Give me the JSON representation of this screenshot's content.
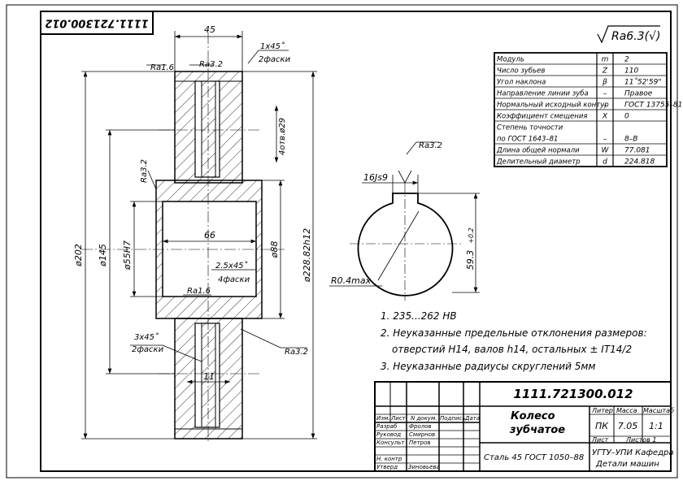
{
  "stamp_code_rotated": "1111.721300.012",
  "roughness_general": "Ra6.3(√)",
  "dims": {
    "width_45": "45",
    "chamfer_1x45": "1x45˚",
    "chamfer_2_faski": "2фаски",
    "ra16_top": "Ra1.6",
    "ra32_top": "Ra3.2",
    "ra32_left": "Ra3.2",
    "holes": "4отв.ø29",
    "d202": "ø202",
    "d145": "ø145",
    "d55h7": "ø55H7",
    "len66": "66",
    "d88": "ø88",
    "d228": "ø228.82h12",
    "chamfer_25": "2.5x45˚",
    "faski_4": "4фаски",
    "ra16_mid": "Ra1.6",
    "chamfer_3x45": "3x45˚",
    "faski_2b": "2фаски",
    "ra32_bottom": "Ra3.2",
    "web_11": "11",
    "key_ra": "Ra3.2",
    "key_16js9": "16Js9",
    "key_593": "59.3",
    "key_tol": "+0.2",
    "key_r04": "R0.4max"
  },
  "params": [
    {
      "name": "Модуль",
      "sym": "m",
      "val": "2"
    },
    {
      "name": "Число зубьев",
      "sym": "Z",
      "val": "110"
    },
    {
      "name": "Угол наклона",
      "sym": "β",
      "val": "11˚52'59\""
    },
    {
      "name": "Направление линии зуба",
      "sym": "–",
      "val": "Правое"
    },
    {
      "name": "Нормальный исходный контур",
      "sym": "–",
      "val": "ГОСТ 13755–81"
    },
    {
      "name": "Коэффициент смещения",
      "sym": "X",
      "val": "0"
    },
    {
      "name": "Степень точности",
      "sym": "",
      "val": ""
    },
    {
      "name": "по ГОСТ 1643–81",
      "sym": "–",
      "val": "8–B"
    },
    {
      "name": "Длина общей нормали",
      "sym": "W",
      "val": "77.081"
    },
    {
      "name": "Делительный диаметр",
      "sym": "d",
      "val": "224.818"
    }
  ],
  "notes": [
    "1.  235...262 HB",
    "2.  Неуказанные предельные отклонения размеров:",
    "отверстий H14,  валов h14,  остальных ± IT14/2",
    "3.  Неуказанные радиусы скруглений 5мм"
  ],
  "titleblock": {
    "code": "1111.721300.012",
    "name1": "Колесо",
    "name2": "зубчатое",
    "material": "Сталь 45  ГОСТ 1050–88",
    "h_izm": "Изм.",
    "h_list": "Лист",
    "h_ndok": "N  докум.",
    "h_podp": "Подпись",
    "h_data": "Дата",
    "r_razrab": "Разраб",
    "r_rukovod": "Руковод",
    "r_konsult": "Консульт",
    "r_nkontr": "Н. контр",
    "r_utverd": "Утверд",
    "n_razrab": "Фролов",
    "n_rukovod": "Смирнов",
    "n_konsult": "Петров",
    "n_utverd": "Зиновьева",
    "h_liter": "Литер",
    "h_massa": "Масса",
    "h_masht": "Масштаб",
    "liter": "ПК",
    "massa": "7.05",
    "masht": "1:1",
    "list": "Лист",
    "listov": "Листов  1",
    "org1": "УГТУ–УПИ  Кафедра",
    "org2": "Детали  машин"
  }
}
